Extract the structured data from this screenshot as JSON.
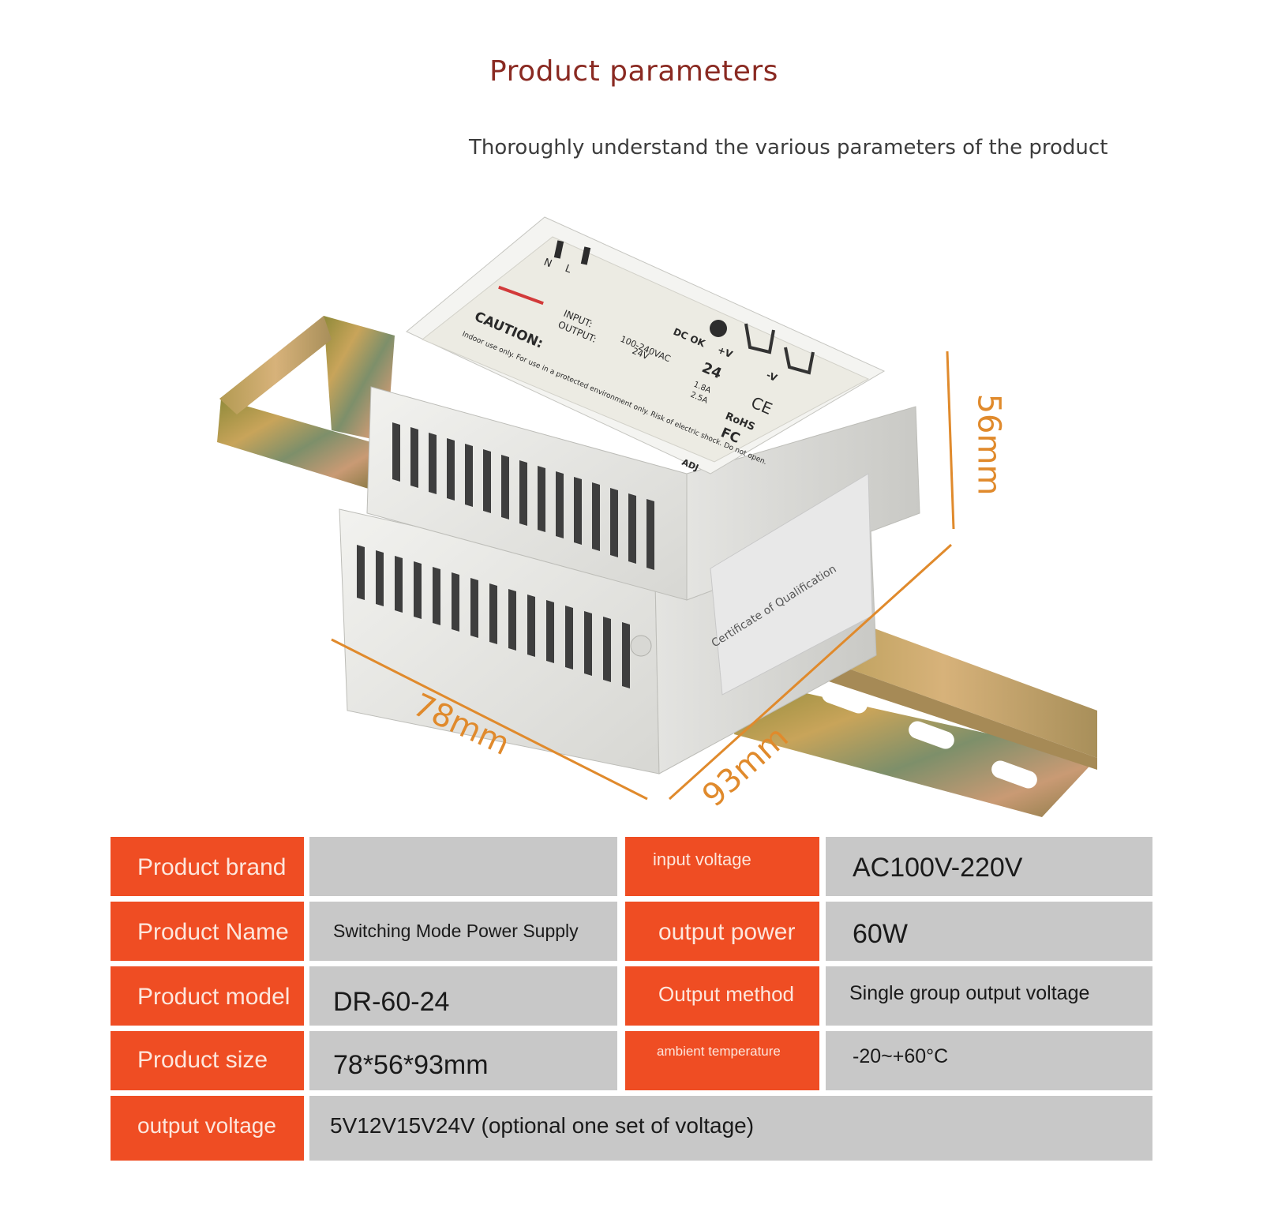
{
  "header": {
    "title": "Product parameters",
    "subtitle": "Thoroughly understand the various parameters of the product"
  },
  "product_image": {
    "device_labels": {
      "terminal_n": "N",
      "terminal_l": "L",
      "caution_title": "CAUTION:",
      "caution_text": "Indoor use only. For use in a protected environment only. Risk of electric shock. Do not open.",
      "input_label": "INPUT:",
      "input_value": "100-240VAC",
      "output_label": "OUTPUT:",
      "output_value": "24V",
      "model_number": "24",
      "current_1": "1.8A",
      "current_2": "2.5A",
      "dc_ok": "DC OK",
      "plus_v": "+V",
      "minus_v": "-V",
      "ce": "CE",
      "rohs": "RoHS",
      "fc": "FC",
      "adj": "ADJ",
      "certificate": "Certificate of Qualification"
    },
    "dimensions": {
      "width": "78mm",
      "height": "56mm",
      "depth": "93mm"
    }
  },
  "spec_table": {
    "rows": [
      {
        "label_left": "Product brand",
        "value_left": "",
        "label_right": "input voltage",
        "value_right": "AC100V-220V"
      },
      {
        "label_left": "Product Name",
        "value_left": "Switching Mode Power Supply",
        "label_right": "output power",
        "value_right": "60W"
      },
      {
        "label_left": "Product model",
        "value_left": "DR-60-24",
        "label_right": "Output method",
        "value_right": "Single group output voltage"
      },
      {
        "label_left": "Product size",
        "value_left": "78*56*93mm",
        "label_right": "ambient temperature",
        "value_right": "-20~+60°C"
      }
    ],
    "last_row": {
      "label": "output voltage",
      "value": "5V12V15V24V (optional one set of voltage)"
    }
  },
  "colors": {
    "label_bg": "#ef4d23",
    "value_bg": "#c8c8c8",
    "dimension_line": "#e08a2c",
    "title": "#8a2a22"
  }
}
